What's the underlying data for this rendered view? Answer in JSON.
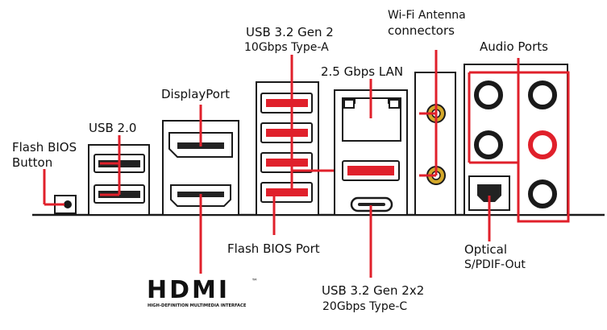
{
  "labels": {
    "flash_bios_button_line1": "Flash BIOS",
    "flash_bios_button_line2": "Button",
    "usb20": "USB 2.0",
    "displayport": "DisplayPort",
    "usb32g2_line1": "USB 3.2 Gen 2",
    "usb32g2_line2": "10Gbps Type-A",
    "lan": "2.5 Gbps LAN",
    "wifi_line1": "Wi-Fi Antenna",
    "wifi_line2": "connectors",
    "audio": "Audio Ports",
    "flash_bios_port": "Flash BIOS Port",
    "usb32g2x2_line1": "USB 3.2 Gen 2x2",
    "usb32g2x2_line2": "20Gbps Type-C",
    "optical_line1": "Optical",
    "optical_line2": "S/PDIF-Out"
  },
  "logo": {
    "wordmark": "HDMI",
    "tagline": "HIGH-DEFINITION MULTIMEDIA INTERFACE",
    "trademark": "™"
  },
  "colors": {
    "highlight": "#e0202b",
    "outline": "#1a1a1a",
    "panel_fill": "#ffffff",
    "port_fill": "#222222"
  }
}
